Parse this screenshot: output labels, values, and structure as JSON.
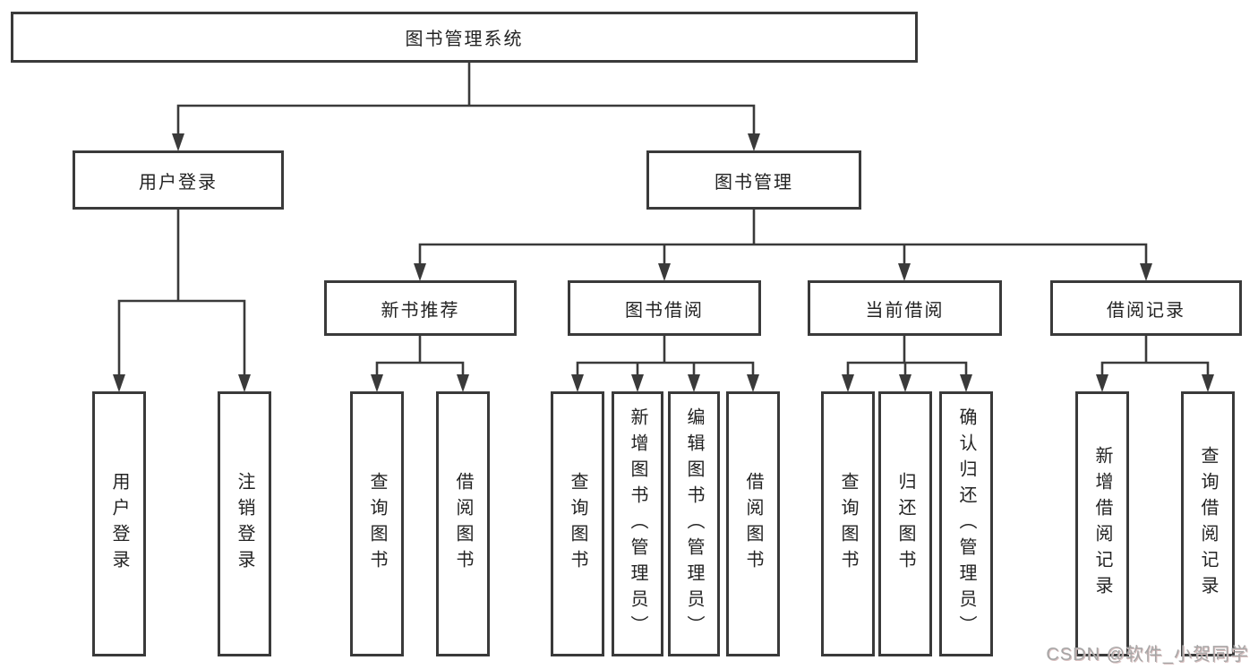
{
  "diagram_title": "图书管理系统",
  "watermark": {
    "text": "CSDN @软件_小贺同学"
  },
  "colors": {
    "line": "#3a3a3a",
    "box_border": "#3a3a3a",
    "box_fill": "#ffffff",
    "text": "#232323",
    "background": "#ffffff",
    "watermark": "#a6a6a6"
  },
  "nodes": {
    "root": {
      "label": "图书管理系统"
    },
    "user_login": {
      "label": "用户登录"
    },
    "book_mgmt": {
      "label": "图书管理"
    },
    "new_book_rec": {
      "label": "新书推荐"
    },
    "book_borrow": {
      "label": "图书借阅"
    },
    "current_borrow": {
      "label": "当前借阅"
    },
    "borrow_record": {
      "label": "借阅记录"
    },
    "leaf_user_login": {
      "label": "用户登录"
    },
    "leaf_logout": {
      "label": "注销登录"
    },
    "leaf_query_book_rec": {
      "label": "查询图书"
    },
    "leaf_borrow_book_rec": {
      "label": "借阅图书"
    },
    "leaf_query_book_bor": {
      "label": "查询图书"
    },
    "leaf_add_book": {
      "label": "新增图书（管理员）"
    },
    "leaf_edit_book": {
      "label": "编辑图书（管理员）"
    },
    "leaf_borrow_book": {
      "label": "借阅图书"
    },
    "leaf_query_book_cur": {
      "label": "查询图书"
    },
    "leaf_return_book": {
      "label": "归还图书"
    },
    "leaf_confirm_return": {
      "label": "确认归还（管理员）"
    },
    "leaf_add_record": {
      "label": "新增借阅记录"
    },
    "leaf_query_record": {
      "label": "查询借阅记录"
    }
  },
  "edges": [
    {
      "from": "root",
      "to": "user_login"
    },
    {
      "from": "root",
      "to": "book_mgmt"
    },
    {
      "from": "user_login",
      "to": "leaf_user_login"
    },
    {
      "from": "user_login",
      "to": "leaf_logout"
    },
    {
      "from": "book_mgmt",
      "to": "new_book_rec"
    },
    {
      "from": "book_mgmt",
      "to": "book_borrow"
    },
    {
      "from": "book_mgmt",
      "to": "current_borrow"
    },
    {
      "from": "book_mgmt",
      "to": "borrow_record"
    },
    {
      "from": "new_book_rec",
      "to": "leaf_query_book_rec"
    },
    {
      "from": "new_book_rec",
      "to": "leaf_borrow_book_rec"
    },
    {
      "from": "book_borrow",
      "to": "leaf_query_book_bor"
    },
    {
      "from": "book_borrow",
      "to": "leaf_add_book"
    },
    {
      "from": "book_borrow",
      "to": "leaf_edit_book"
    },
    {
      "from": "book_borrow",
      "to": "leaf_borrow_book"
    },
    {
      "from": "current_borrow",
      "to": "leaf_query_book_cur"
    },
    {
      "from": "current_borrow",
      "to": "leaf_return_book"
    },
    {
      "from": "current_borrow",
      "to": "leaf_confirm_return"
    },
    {
      "from": "borrow_record",
      "to": "leaf_add_record"
    },
    {
      "from": "borrow_record",
      "to": "leaf_query_record"
    }
  ]
}
